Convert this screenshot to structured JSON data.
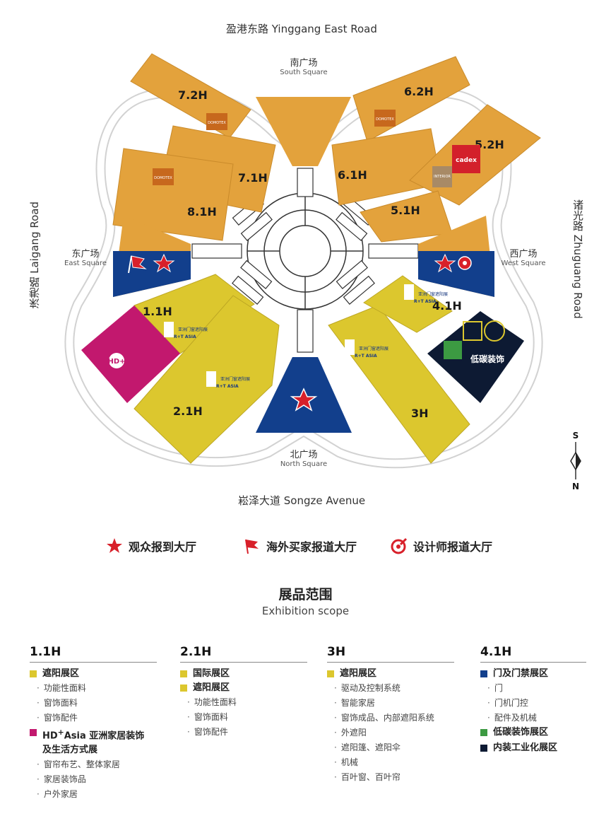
{
  "roads": {
    "north": "盈港东路 Yinggang East Road",
    "south": "崧泽大道 Songze Avenue",
    "west": "涞港路 Laigang Road",
    "east": "诸光路 Zhuguang Road"
  },
  "squares": {
    "south": {
      "cn": "南广场",
      "en": "South Square"
    },
    "east": {
      "cn": "东广场",
      "en": "East Square"
    },
    "west": {
      "cn": "西广场",
      "en": "West Square"
    },
    "north": {
      "cn": "北广场",
      "en": "North Square"
    }
  },
  "halls": {
    "h72": "7.2H",
    "h71": "7.1H",
    "h81": "8.1H",
    "h62": "6.2H",
    "h61": "6.1H",
    "h52": "5.2H",
    "h51": "5.1H",
    "h11": "1.1H",
    "h21": "2.1H",
    "h3": "3H",
    "h41": "4.1H"
  },
  "hall_logos": {
    "domotex": "DOMOTEX",
    "rt_cn": "亚洲门窗遮阳展",
    "rt_en": "R+T ASIA",
    "cadex": "cadex",
    "hd": "HD+",
    "lowcarbon": "低碳装饰",
    "interior": "INTERIOR"
  },
  "compass": {
    "s": "S",
    "n": "N"
  },
  "legend": {
    "visitor": "观众报到大厅",
    "buyer": "海外买家报道大厅",
    "designer": "设计师报道大厅"
  },
  "scope": {
    "title": "展品范围",
    "subtitle": "Exhibition scope"
  },
  "columns": {
    "c1": {
      "head": "1.1H",
      "cat1": "遮阳展区",
      "cat1_items": [
        "功能性面料",
        "窗饰面料",
        "窗饰配件"
      ],
      "cat2_pre": "HD",
      "cat2_sup": "+",
      "cat2_main": "Asia 亚洲家居装饰",
      "cat2_line2": "及生活方式展",
      "cat2_items": [
        "窗帘布艺、整体家居",
        "家居装饰品",
        "户外家居"
      ]
    },
    "c2": {
      "head": "2.1H",
      "cat1": "国际展区",
      "cat2": "遮阳展区",
      "cat2_items": [
        "功能性面料",
        "窗饰面料",
        "窗饰配件"
      ]
    },
    "c3": {
      "head": "3H",
      "cat1": "遮阳展区",
      "cat1_items": [
        "驱动及控制系统",
        "智能家居",
        "窗饰成品、内部遮阳系统",
        "外遮阳",
        "遮阳篷、遮阳伞",
        "机械",
        "百叶窗、百叶帘"
      ]
    },
    "c4": {
      "head": "4.1H",
      "cat1": "门及门禁展区",
      "cat1_items": [
        "门",
        "门机门控",
        "配件及机械"
      ],
      "cat2": "低碳装饰展区",
      "cat3": "内装工业化展区"
    }
  },
  "colors": {
    "orange": "#E3A23C",
    "yellow": "#DCC72E",
    "magenta": "#C2186E",
    "navy": "#0F2F6E",
    "blue": "#123F8C",
    "red": "#D8202A",
    "green": "#3C9A42",
    "dark": "#0D1A33"
  }
}
